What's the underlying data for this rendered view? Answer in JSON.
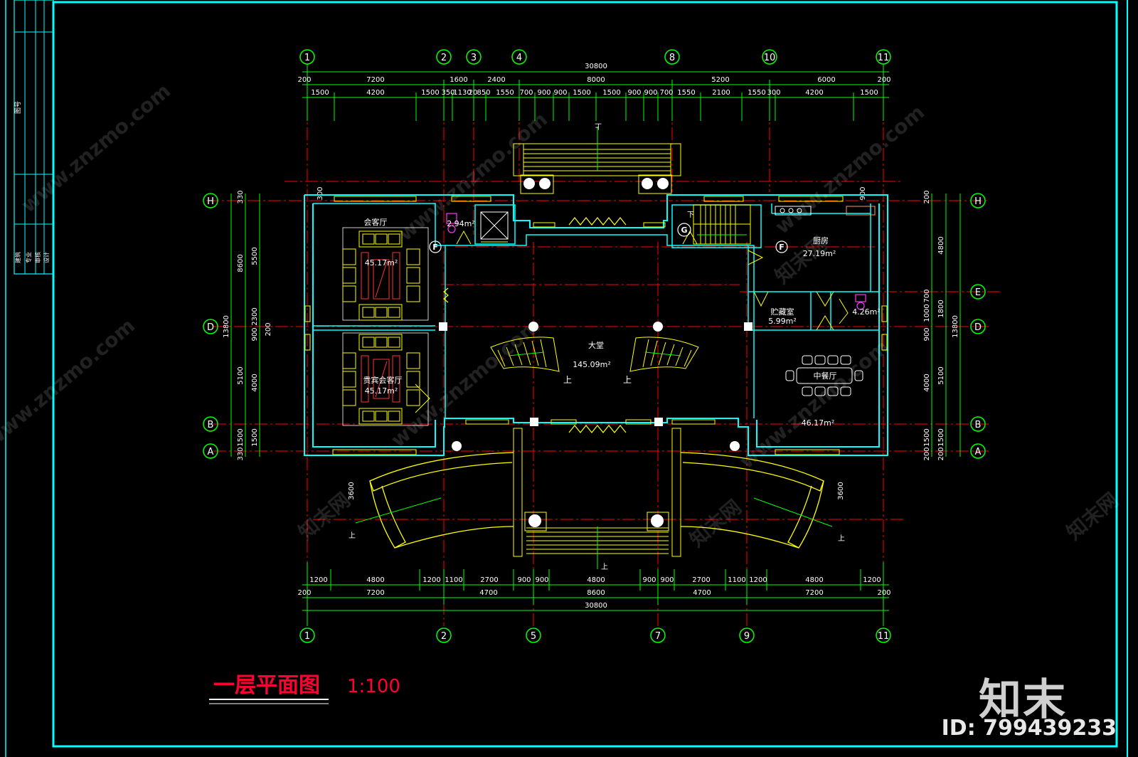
{
  "drawing": {
    "title": "一层平面图",
    "scale": "1:100",
    "total_width_label": "30800",
    "total_depth_label": "13800",
    "colors": {
      "background": "#000000",
      "frame": "#00ffff",
      "dimension": "#00ff00",
      "axis": "#ff0000",
      "wall": "#00ffff",
      "stair": "#ffff00",
      "furniture": "#ffff00",
      "title": "#ff0033",
      "label": "#ffffff"
    }
  },
  "title_block": {
    "labels": [
      "图号",
      "专业",
      "审核",
      "设计",
      "建筑"
    ]
  },
  "axes": {
    "top": [
      "1",
      "2",
      "3",
      "4",
      "8",
      "10",
      "11"
    ],
    "bottom": [
      "1",
      "2",
      "5",
      "7",
      "9",
      "11"
    ],
    "left": [
      "H",
      "D",
      "B",
      "A"
    ],
    "right": [
      "H",
      "E",
      "D",
      "B",
      "A"
    ]
  },
  "dimensions": {
    "top_overall": "30800",
    "top_row1": [
      "200",
      "7200",
      "1600",
      "2400",
      "8000",
      "5200",
      "6000",
      "200"
    ],
    "top_row2": [
      "1500",
      "4200",
      "1500",
      "350",
      "1130",
      "20",
      "850",
      "1550",
      "700",
      "900",
      "900",
      "1500",
      "1500",
      "900",
      "900",
      "700",
      "1550",
      "2100",
      "1550",
      "300",
      "4200",
      "1500"
    ],
    "bottom_row1": [
      "1200",
      "4800",
      "1200",
      "1100",
      "2700",
      "900",
      "900",
      "4800",
      "900",
      "900",
      "2700",
      "1100",
      "1200",
      "4800",
      "1200"
    ],
    "bottom_row2": [
      "200",
      "7200",
      "4700",
      "8600",
      "4700",
      "7200",
      "200"
    ],
    "bottom_overall": "30800",
    "left_outer": [
      "8600",
      "5100",
      "330",
      "1500",
      "330"
    ],
    "left_inner": [
      "5500",
      "900",
      "2300",
      "200",
      "4000",
      "1500"
    ],
    "left_total": "13800",
    "right_outer": [
      "4800",
      "1800",
      "5100",
      "1500",
      "200"
    ],
    "right_inner": [
      "200",
      "700",
      "1000",
      "900",
      "4000",
      "1500",
      "200"
    ],
    "right_total": "13800",
    "side_stairs": [
      "3600",
      "3600"
    ],
    "misc": [
      "300",
      "900"
    ]
  },
  "rooms": {
    "meeting_room": {
      "name": "会客厅",
      "area": "45.17m²"
    },
    "vip_room": {
      "name": "贵宾会客厅",
      "area": "45.17m²"
    },
    "lobby": {
      "name": "大堂",
      "area": "145.09m²"
    },
    "kitchen": {
      "name": "厨房",
      "area": "27.19m²"
    },
    "storage": {
      "name": "贮藏室",
      "area": "5.99m²"
    },
    "toilet_right": {
      "area": "4.26m²"
    },
    "toilet_left": {
      "area": "2.94m²"
    },
    "dining": {
      "name": "中餐厅",
      "area": "46.17m²"
    }
  },
  "stair_labels": {
    "up": "上",
    "down": "下"
  },
  "markers": {
    "fire_f": "F",
    "fire_g": "G"
  },
  "watermark": {
    "url_text": "www.znzmo.com",
    "brand_text": "知末网"
  },
  "branding": {
    "logo": "知末",
    "id_text": "ID: 799439233"
  }
}
